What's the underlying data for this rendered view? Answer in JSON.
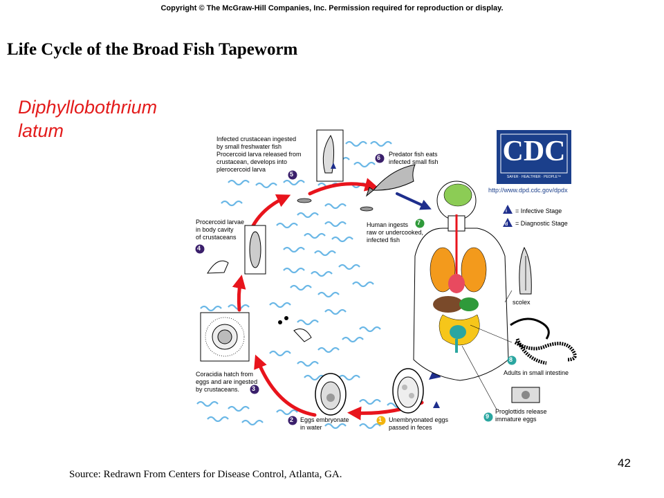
{
  "header": {
    "copyright": "Copyright © The McGraw-Hill Companies, Inc. Permission required for reproduction or display.",
    "title": "Life Cycle of the Broad Fish Tapeworm",
    "species_line1": "Diphyllobothrium",
    "species_line2": "latum"
  },
  "footer": {
    "source": "Source: Redrawn From Centers for Disease Control, Atlanta, GA.",
    "page_number": "42"
  },
  "cdc": {
    "logo": "CDC",
    "tagline": "SAFER · HEALTHIER · PEOPLE™",
    "url": "http://www.dpd.cdc.gov/dpdx"
  },
  "legend": {
    "infective": "= Infective Stage",
    "diagnostic": "= Diagnostic Stage",
    "infective_mark": "i",
    "diagnostic_mark": "d"
  },
  "stages": {
    "s1": {
      "num": "1",
      "line1": "Unembryonated eggs",
      "line2": "passed in feces"
    },
    "s2": {
      "num": "2",
      "line1": "Eggs embryonate",
      "line2": "in water"
    },
    "s3": {
      "num": "3",
      "line1": "Coracidia hatch from",
      "line2": "eggs and are ingested",
      "line3": "by crustaceans."
    },
    "s4": {
      "num": "4",
      "line1": "Procercoid larvae",
      "line2": "in body cavity",
      "line3": "of crustaceans"
    },
    "s5": {
      "num": "5",
      "line1": "Infected crustacean ingested",
      "line2": "by small freshwater fish",
      "line3": "Procercoid larva released from",
      "line4": "crustacean, develops into",
      "line5": "plerocercoid larva"
    },
    "s6": {
      "num": "6",
      "line1": "Predator fish eats",
      "line2": "infected small fish"
    },
    "s7": {
      "num": "7",
      "line1": "Human ingests",
      "line2": "raw or undercooked,",
      "line3": "infected fish"
    },
    "s8": {
      "num": "8",
      "line1": "Adults in small intestine"
    },
    "s9": {
      "num": "9",
      "line1": "Proglottids release",
      "line2": "immature eggs"
    },
    "scolex": "scolex"
  },
  "colors": {
    "red_arrow": "#e8141c",
    "blue_arrow": "#1e2e8c",
    "water": "#6ab7e6",
    "badge_purple": "#3a1f6b",
    "badge_yellow": "#f2b40e",
    "badge_teal": "#2aa6a0",
    "cdc_blue": "#1b3f8b",
    "species_red": "#e31b1b"
  }
}
